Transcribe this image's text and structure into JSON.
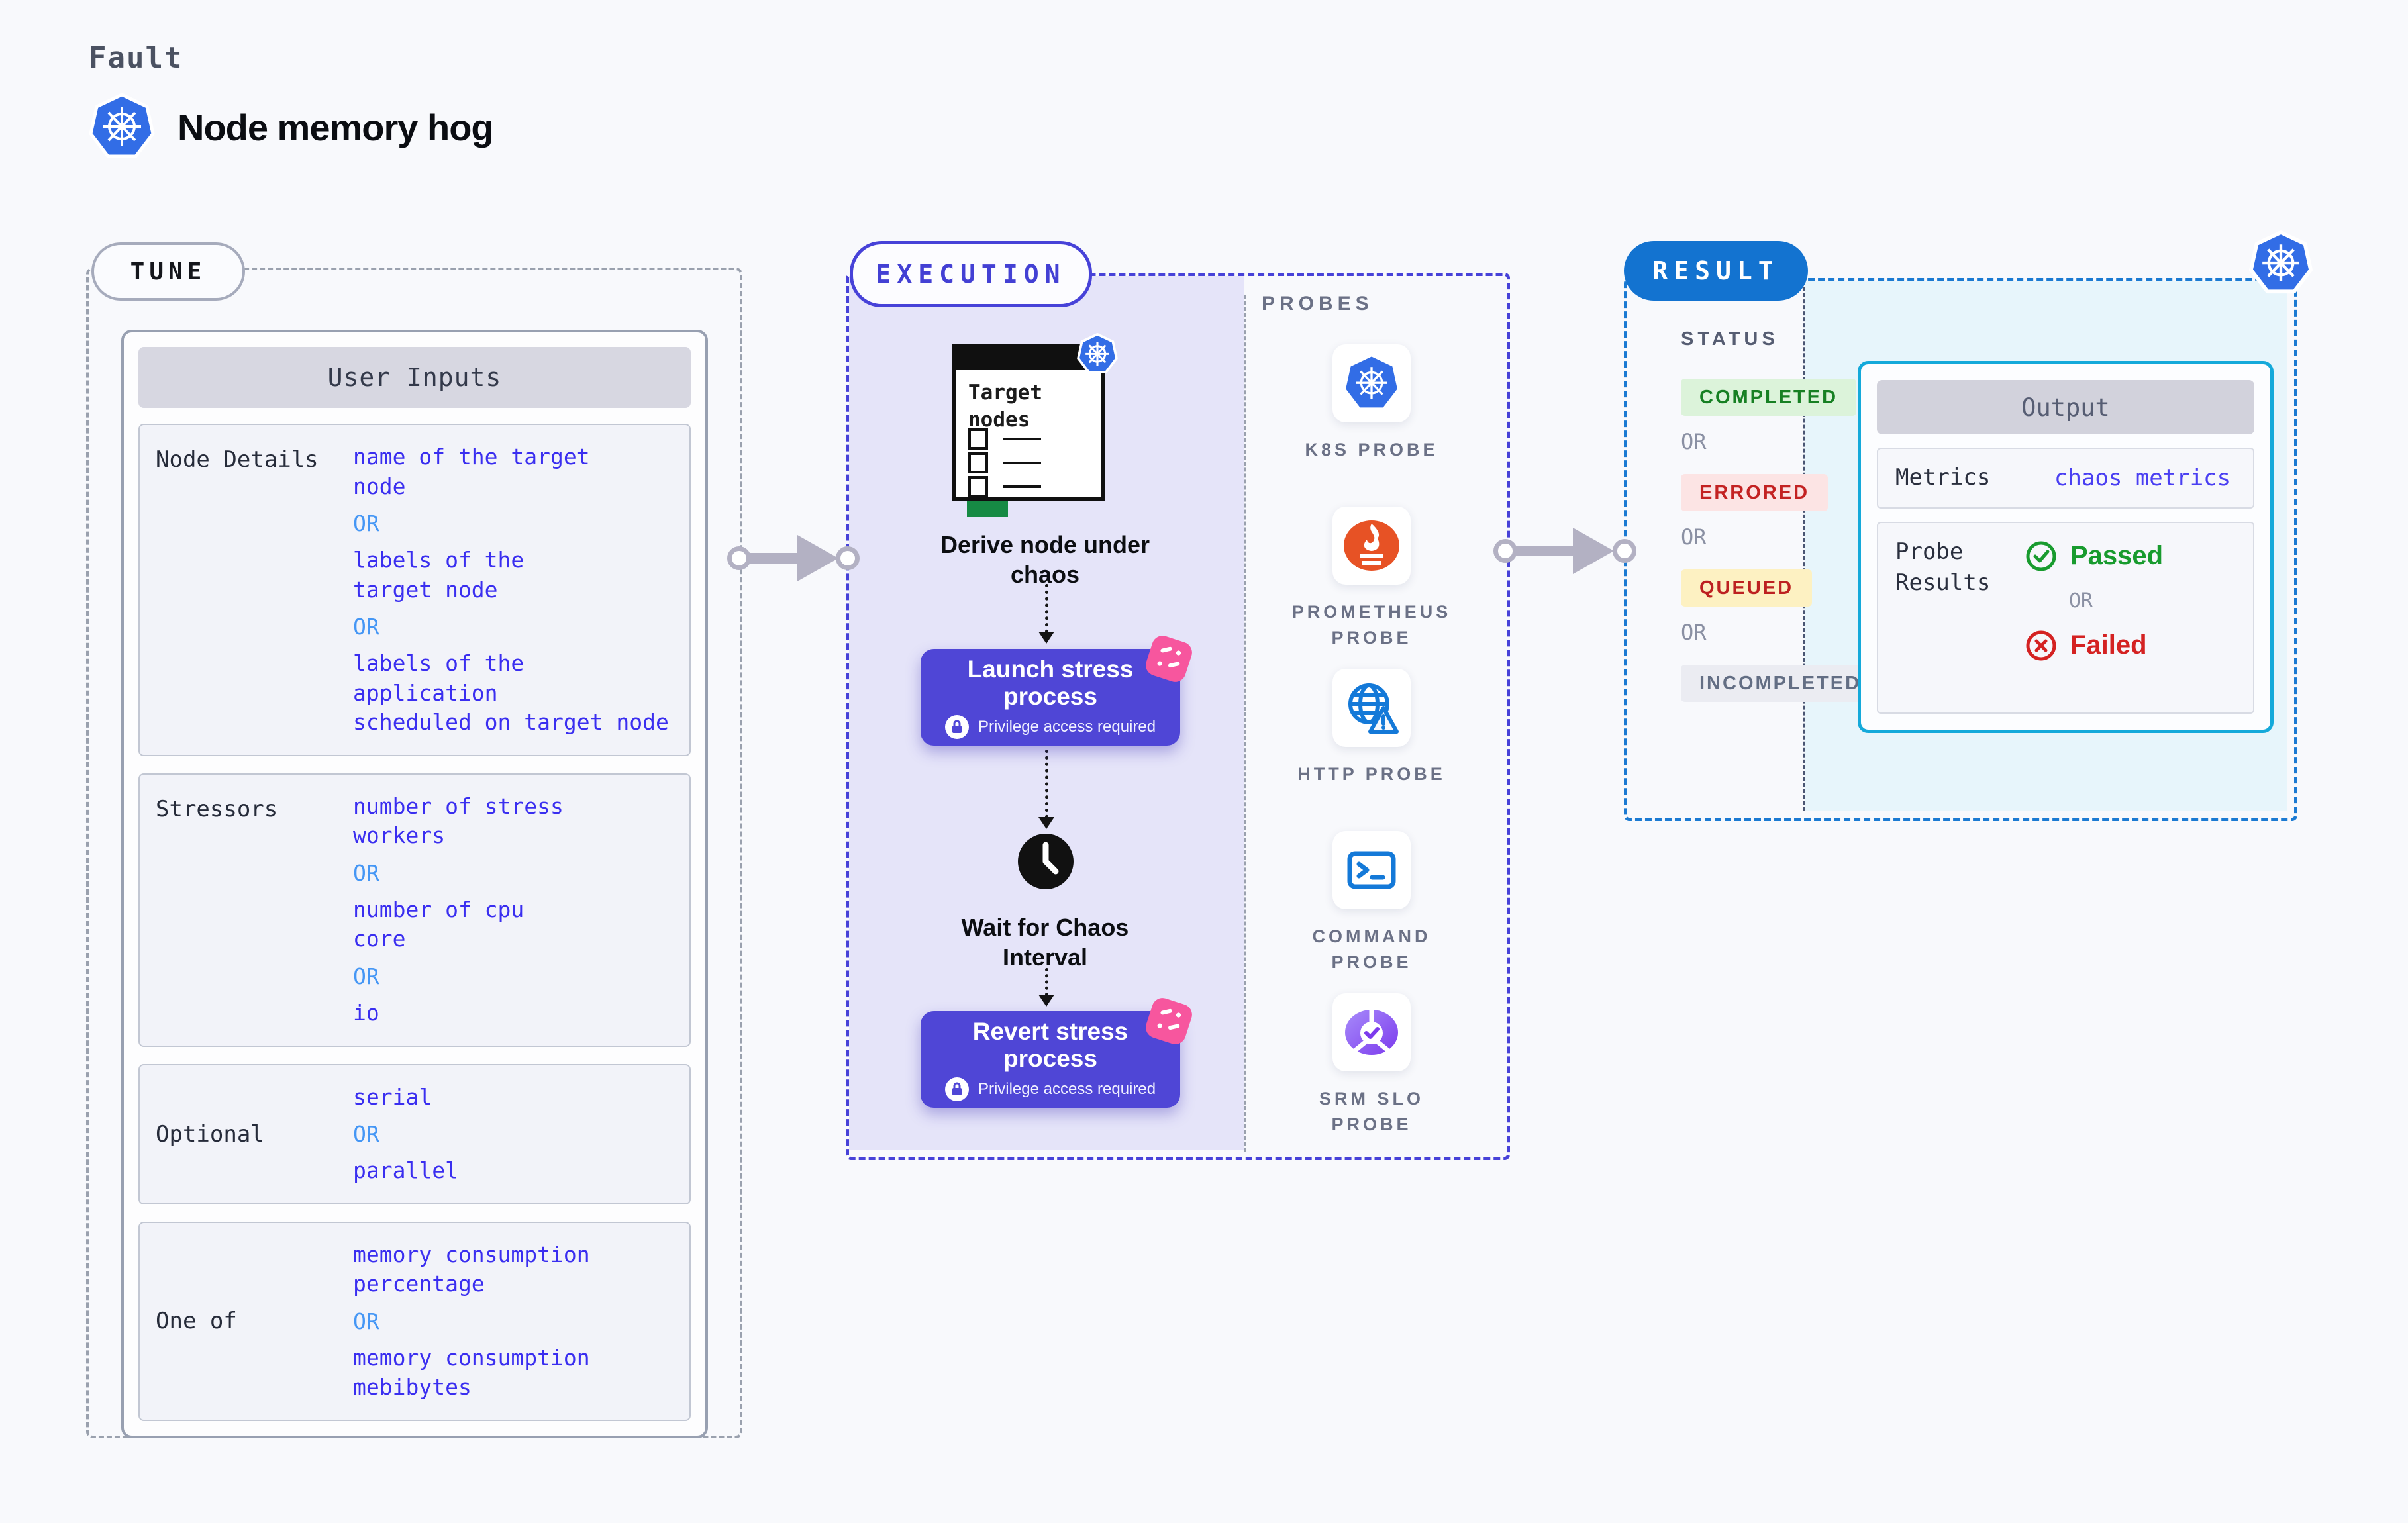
{
  "header": {
    "eyebrow": "Fault",
    "title": "Node memory hog"
  },
  "tune": {
    "badge": "TUNE",
    "card_title": "User Inputs",
    "rows": [
      {
        "label": "Node Details",
        "items": [
          {
            "text": "name of the target\nnode"
          },
          {
            "text": "OR"
          },
          {
            "text": "labels of the\ntarget node"
          },
          {
            "text": "OR"
          },
          {
            "text": "labels of the application\n scheduled on target node"
          }
        ]
      },
      {
        "label": "Stressors",
        "items": [
          {
            "text": "number of stress\nworkers"
          },
          {
            "text": "OR"
          },
          {
            "text": "number of cpu\ncore"
          },
          {
            "text": "OR"
          },
          {
            "text": "io"
          }
        ]
      },
      {
        "label": "Optional",
        "items": [
          {
            "text": "serial"
          },
          {
            "text": "OR"
          },
          {
            "text": "parallel"
          }
        ]
      },
      {
        "label": "One of",
        "items": [
          {
            "text": "memory consumption\npercentage"
          },
          {
            "text": "OR"
          },
          {
            "text": "memory consumption\nmebibytes"
          }
        ]
      }
    ]
  },
  "execution": {
    "badge": "EXECUTION",
    "target_card_title": "Target nodes",
    "derive_caption": "Derive node under chaos",
    "launch": {
      "title": "Launch stress process",
      "privilege": "Privilege access required"
    },
    "wait_caption": "Wait for Chaos Interval",
    "revert": {
      "title": "Revert stress process",
      "privilege": "Privilege access required"
    }
  },
  "probes": {
    "heading": "PROBES",
    "items": [
      {
        "label": "K8S PROBE"
      },
      {
        "label": "PROMETHEUS PROBE"
      },
      {
        "label": "HTTP PROBE"
      },
      {
        "label": "COMMAND PROBE"
      },
      {
        "label": "SRM SLO PROBE"
      }
    ]
  },
  "result": {
    "badge": "RESULT",
    "status_heading": "STATUS",
    "statuses": [
      {
        "label": "COMPLETED",
        "fg": "#178023",
        "bg": "#dcf3da"
      },
      {
        "label": "OR"
      },
      {
        "label": "ERRORED",
        "fg": "#c32222",
        "bg": "#fce4e4"
      },
      {
        "label": "OR"
      },
      {
        "label": "QUEUED",
        "fg": "#bd2121",
        "bg": "#fdf1c2"
      },
      {
        "label": "OR"
      },
      {
        "label": "INCOMPLETED",
        "fg": "#636e84",
        "bg": "#ebecf2"
      }
    ],
    "output": {
      "title": "Output",
      "metrics_label": "Metrics",
      "metrics_value": "chaos metrics",
      "probe_results_label": "Probe Results",
      "passed": "Passed",
      "or": "OR",
      "failed": "Failed"
    }
  },
  "colors": {
    "page_bg": "#f8f9fc",
    "indigo": "#4742d8",
    "lavender": "#e5e4f9",
    "button_indigo": "#4f46d6",
    "pink": "#f7569e",
    "result_blue": "#1373d0",
    "result_bg": "#e7f5fb",
    "cyan_border": "#14a9da",
    "value_blue": "#3a2ef0",
    "or_blue": "#4596f5",
    "k8s_blue": "#326de6",
    "prometheus_orange": "#e75225",
    "passed_green": "#189b2e",
    "failed_red": "#d42222",
    "arrow_grey": "#b3b1c3"
  }
}
